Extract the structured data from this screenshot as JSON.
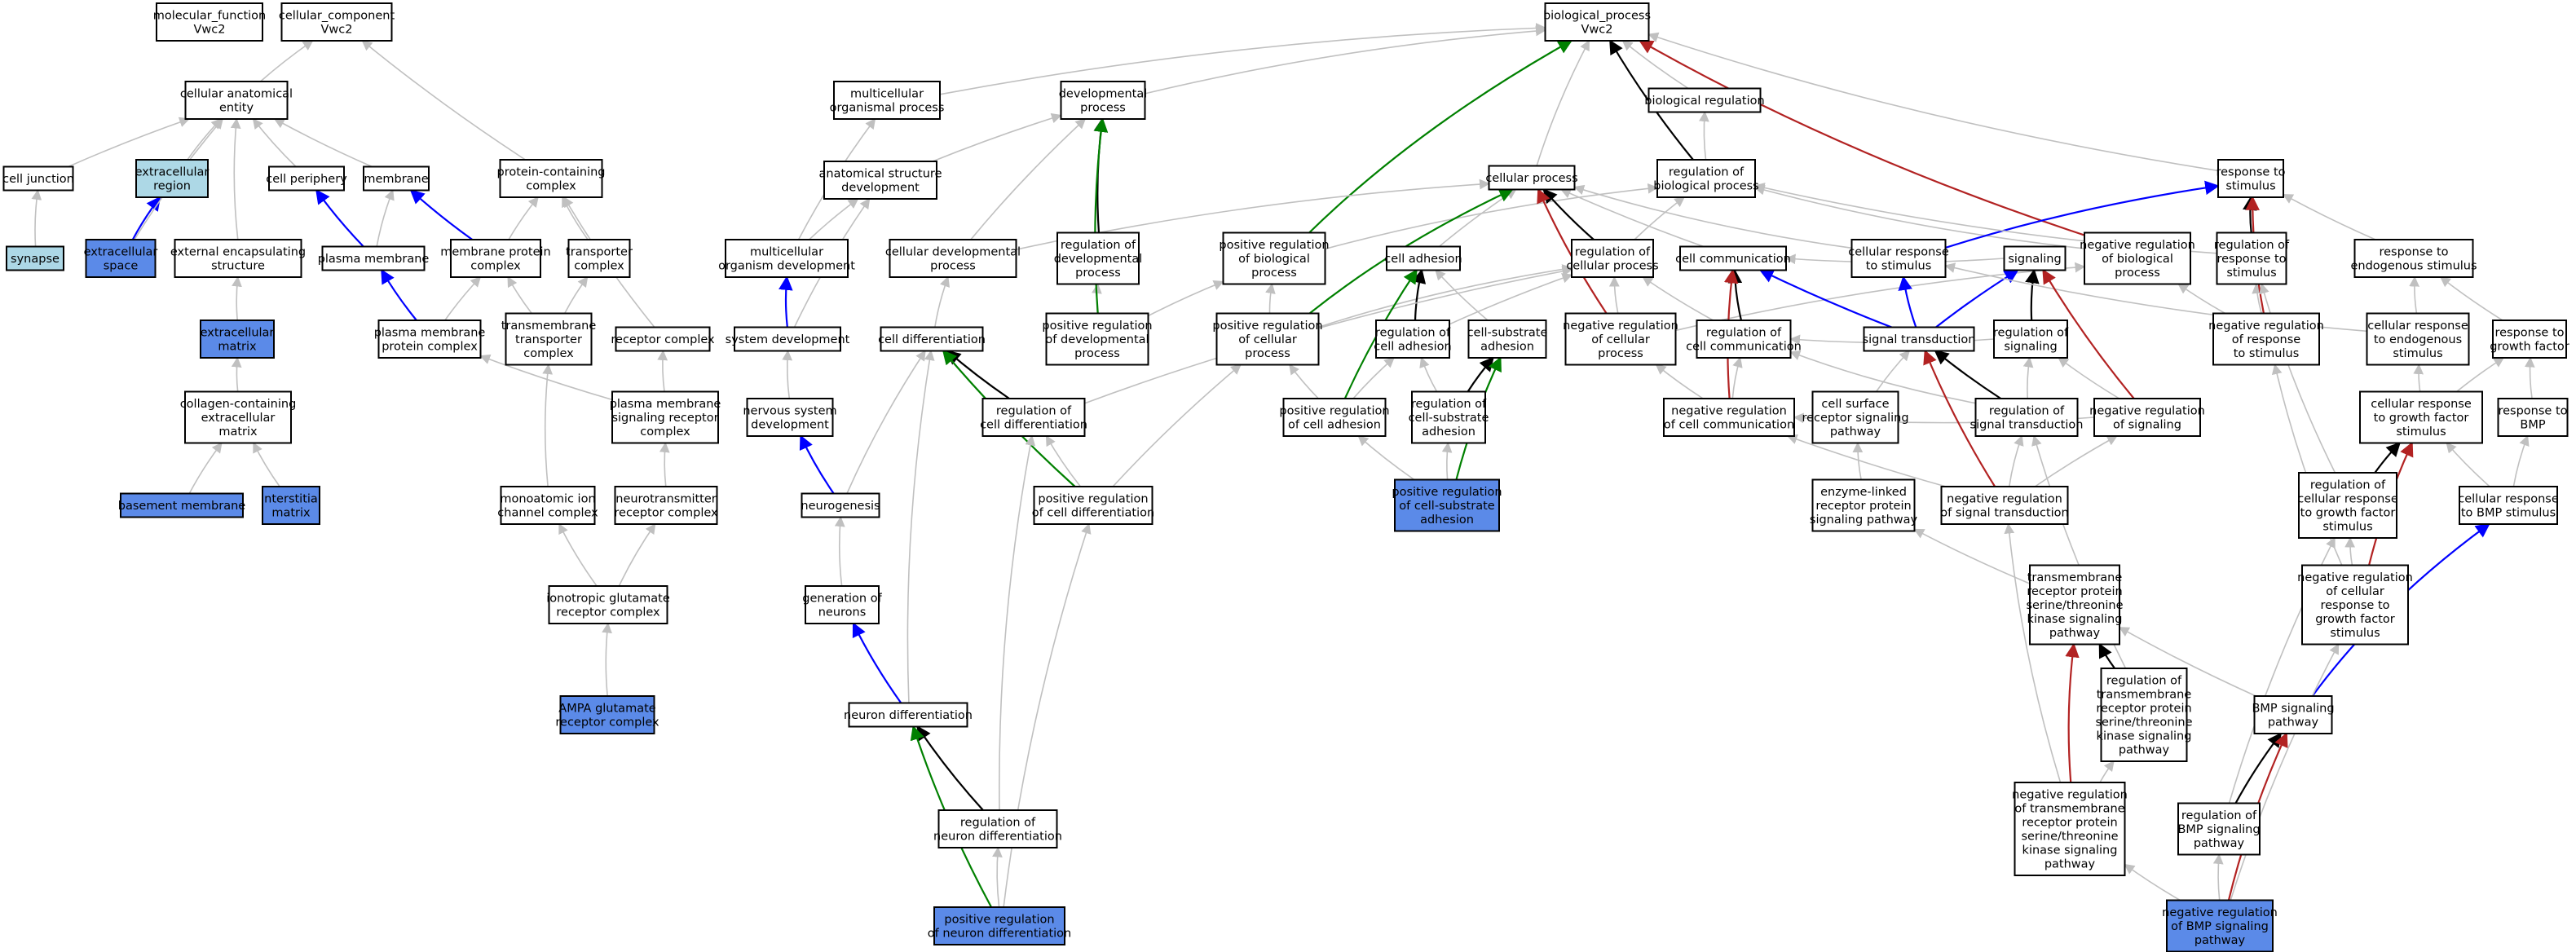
{
  "colors": {
    "gray": "#c0c0c0",
    "black": "#000000",
    "blue": "#0000ff",
    "green": "#008000",
    "red": "#b22222",
    "highlight_light": "#add8e6",
    "highlight_dark": "#5b8ae8",
    "default_fill": "#ffffff"
  },
  "nodes": [
    {
      "id": "mf",
      "lines": [
        "molecular_function",
        "Vwc2"
      ]
    },
    {
      "id": "cc",
      "lines": [
        "cellular_component",
        "Vwc2"
      ]
    },
    {
      "id": "bp",
      "lines": [
        "biological_process",
        "Vwc2"
      ]
    },
    {
      "id": "cae",
      "lines": [
        "cellular anatomical",
        "entity"
      ]
    },
    {
      "id": "mop",
      "lines": [
        "multicellular",
        "organismal process"
      ]
    },
    {
      "id": "dp",
      "lines": [
        "developmental",
        "process"
      ]
    },
    {
      "id": "breg",
      "lines": [
        "biological regulation"
      ]
    },
    {
      "id": "cj",
      "lines": [
        "cell junction"
      ]
    },
    {
      "id": "er",
      "lines": [
        "extracellular",
        "region"
      ],
      "fill": "light"
    },
    {
      "id": "cper",
      "lines": [
        "cell periphery"
      ]
    },
    {
      "id": "mem",
      "lines": [
        "membrane"
      ]
    },
    {
      "id": "pcc",
      "lines": [
        "protein-containing",
        "complex"
      ]
    },
    {
      "id": "asd",
      "lines": [
        "anatomical structure",
        "development"
      ]
    },
    {
      "id": "cp",
      "lines": [
        "cellular process"
      ]
    },
    {
      "id": "rbp",
      "lines": [
        "regulation of",
        "biological process"
      ]
    },
    {
      "id": "rts",
      "lines": [
        "response to",
        "stimulus"
      ]
    },
    {
      "id": "syn",
      "lines": [
        "synapse"
      ],
      "fill": "light"
    },
    {
      "id": "es",
      "lines": [
        "extracellular",
        "space"
      ],
      "fill": "dark"
    },
    {
      "id": "ees",
      "lines": [
        "external encapsulating",
        "structure"
      ]
    },
    {
      "id": "pm",
      "lines": [
        "plasma membrane"
      ]
    },
    {
      "id": "mpc",
      "lines": [
        "membrane protein",
        "complex"
      ]
    },
    {
      "id": "tc",
      "lines": [
        "transporter",
        "complex"
      ]
    },
    {
      "id": "mod",
      "lines": [
        "multicellular",
        "organism development"
      ]
    },
    {
      "id": "cdp",
      "lines": [
        "cellular developmental",
        "process"
      ]
    },
    {
      "id": "rdp",
      "lines": [
        "regulation of",
        "developmental",
        "process"
      ]
    },
    {
      "id": "prbp",
      "lines": [
        "positive regulation",
        "of biological",
        "process"
      ]
    },
    {
      "id": "ca",
      "lines": [
        "cell adhesion"
      ]
    },
    {
      "id": "rcp",
      "lines": [
        "regulation of",
        "cellular process"
      ]
    },
    {
      "id": "cc2",
      "lines": [
        "cell communication"
      ]
    },
    {
      "id": "crs",
      "lines": [
        "cellular response",
        "to stimulus"
      ]
    },
    {
      "id": "sig",
      "lines": [
        "signaling"
      ]
    },
    {
      "id": "nrbp",
      "lines": [
        "negative regulation",
        "of biological",
        "process"
      ]
    },
    {
      "id": "rrs",
      "lines": [
        "regulation of",
        "response to",
        "stimulus"
      ]
    },
    {
      "id": "rtes",
      "lines": [
        "response to",
        "endogenous stimulus"
      ]
    },
    {
      "id": "em",
      "lines": [
        "extracellular",
        "matrix"
      ],
      "fill": "dark"
    },
    {
      "id": "pmpc",
      "lines": [
        "plasma membrane",
        "protein complex"
      ]
    },
    {
      "id": "tmtc",
      "lines": [
        "transmembrane",
        "transporter",
        "complex"
      ]
    },
    {
      "id": "rc",
      "lines": [
        "receptor complex"
      ]
    },
    {
      "id": "sd",
      "lines": [
        "system development"
      ]
    },
    {
      "id": "cd",
      "lines": [
        "cell differentiation"
      ]
    },
    {
      "id": "prdp",
      "lines": [
        "positive regulation",
        "of developmental",
        "process"
      ]
    },
    {
      "id": "prcp",
      "lines": [
        "positive regulation",
        "of cellular",
        "process"
      ]
    },
    {
      "id": "rca",
      "lines": [
        "regulation of",
        "cell adhesion"
      ]
    },
    {
      "id": "csa",
      "lines": [
        "cell-substrate",
        "adhesion"
      ]
    },
    {
      "id": "nrcp",
      "lines": [
        "negative regulation",
        "of cellular",
        "process"
      ]
    },
    {
      "id": "rcc",
      "lines": [
        "regulation of",
        "cell communication"
      ]
    },
    {
      "id": "st",
      "lines": [
        "signal transduction"
      ]
    },
    {
      "id": "rsig",
      "lines": [
        "regulation of",
        "signaling"
      ]
    },
    {
      "id": "nrrs",
      "lines": [
        "negative regulation",
        "of response",
        "to stimulus"
      ]
    },
    {
      "id": "crtes",
      "lines": [
        "cellular response",
        "to endogenous",
        "stimulus"
      ]
    },
    {
      "id": "rtgf",
      "lines": [
        "response to",
        "growth factor"
      ]
    },
    {
      "id": "ccem",
      "lines": [
        "collagen-containing",
        "extracellular",
        "matrix"
      ]
    },
    {
      "id": "pmsrc",
      "lines": [
        "plasma membrane",
        "signaling receptor",
        "complex"
      ]
    },
    {
      "id": "nsd",
      "lines": [
        "nervous system",
        "development"
      ]
    },
    {
      "id": "rcd",
      "lines": [
        "regulation of",
        "cell differentiation"
      ]
    },
    {
      "id": "prca",
      "lines": [
        "positive regulation",
        "of cell adhesion"
      ]
    },
    {
      "id": "rcsa",
      "lines": [
        "regulation of",
        "cell-substrate",
        "adhesion"
      ]
    },
    {
      "id": "nrcc",
      "lines": [
        "negative regulation",
        "of cell communication"
      ]
    },
    {
      "id": "csrsp",
      "lines": [
        "cell surface",
        "receptor signaling",
        "pathway"
      ]
    },
    {
      "id": "rst",
      "lines": [
        "regulation of",
        "signal transduction"
      ]
    },
    {
      "id": "nrsig",
      "lines": [
        "negative regulation",
        "of signaling"
      ]
    },
    {
      "id": "crgf",
      "lines": [
        "cellular response",
        "to growth factor",
        "stimulus"
      ]
    },
    {
      "id": "rtbmp",
      "lines": [
        "response to",
        "BMP"
      ]
    },
    {
      "id": "bm",
      "lines": [
        "basement membrane"
      ],
      "fill": "dark"
    },
    {
      "id": "im",
      "lines": [
        "interstitial",
        "matrix"
      ],
      "fill": "dark"
    },
    {
      "id": "micc",
      "lines": [
        "monoatomic ion",
        "channel complex"
      ]
    },
    {
      "id": "nrc",
      "lines": [
        "neurotransmitter",
        "receptor complex"
      ]
    },
    {
      "id": "ng",
      "lines": [
        "neurogenesis"
      ]
    },
    {
      "id": "prcd",
      "lines": [
        "positive regulation",
        "of cell differentiation"
      ]
    },
    {
      "id": "prcsa",
      "lines": [
        "positive regulation",
        "of cell-substrate",
        "adhesion"
      ],
      "fill": "dark"
    },
    {
      "id": "elrp",
      "lines": [
        "enzyme-linked",
        "receptor protein",
        "signaling pathway"
      ]
    },
    {
      "id": "nrst",
      "lines": [
        "negative regulation",
        "of signal transduction"
      ]
    },
    {
      "id": "rcrgf",
      "lines": [
        "regulation of",
        "cellular response",
        "to growth factor",
        "stimulus"
      ]
    },
    {
      "id": "crbmp",
      "lines": [
        "cellular response",
        "to BMP stimulus"
      ]
    },
    {
      "id": "igrc",
      "lines": [
        "ionotropic glutamate",
        "receptor complex"
      ]
    },
    {
      "id": "gon",
      "lines": [
        "generation of",
        "neurons"
      ]
    },
    {
      "id": "tmrp",
      "lines": [
        "transmembrane",
        "receptor protein",
        "serine/threonine",
        "kinase signaling",
        "pathway"
      ]
    },
    {
      "id": "nrcrgf",
      "lines": [
        "negative regulation",
        "of cellular",
        "response to",
        "growth factor",
        "stimulus"
      ]
    },
    {
      "id": "ampa",
      "lines": [
        "AMPA glutamate",
        "receptor complex"
      ],
      "fill": "dark"
    },
    {
      "id": "nd",
      "lines": [
        "neuron differentiation"
      ]
    },
    {
      "id": "rtmrp",
      "lines": [
        "regulation of",
        "transmembrane",
        "receptor protein",
        "serine/threonine",
        "kinase signaling",
        "pathway"
      ]
    },
    {
      "id": "bmpsp",
      "lines": [
        "BMP signaling",
        "pathway"
      ]
    },
    {
      "id": "rnd",
      "lines": [
        "regulation of",
        "neuron differentiation"
      ]
    },
    {
      "id": "nrtmrp",
      "lines": [
        "negative regulation",
        "of transmembrane",
        "receptor protein",
        "serine/threonine",
        "kinase signaling",
        "pathway"
      ]
    },
    {
      "id": "rbmp",
      "lines": [
        "regulation of",
        "BMP signaling",
        "pathway"
      ]
    },
    {
      "id": "prnd",
      "lines": [
        "positive regulation",
        "of neuron differentiation"
      ],
      "fill": "dark"
    },
    {
      "id": "nrbmp",
      "lines": [
        "negative regulation",
        "of BMP signaling",
        "pathway"
      ],
      "fill": "dark"
    }
  ]
}
